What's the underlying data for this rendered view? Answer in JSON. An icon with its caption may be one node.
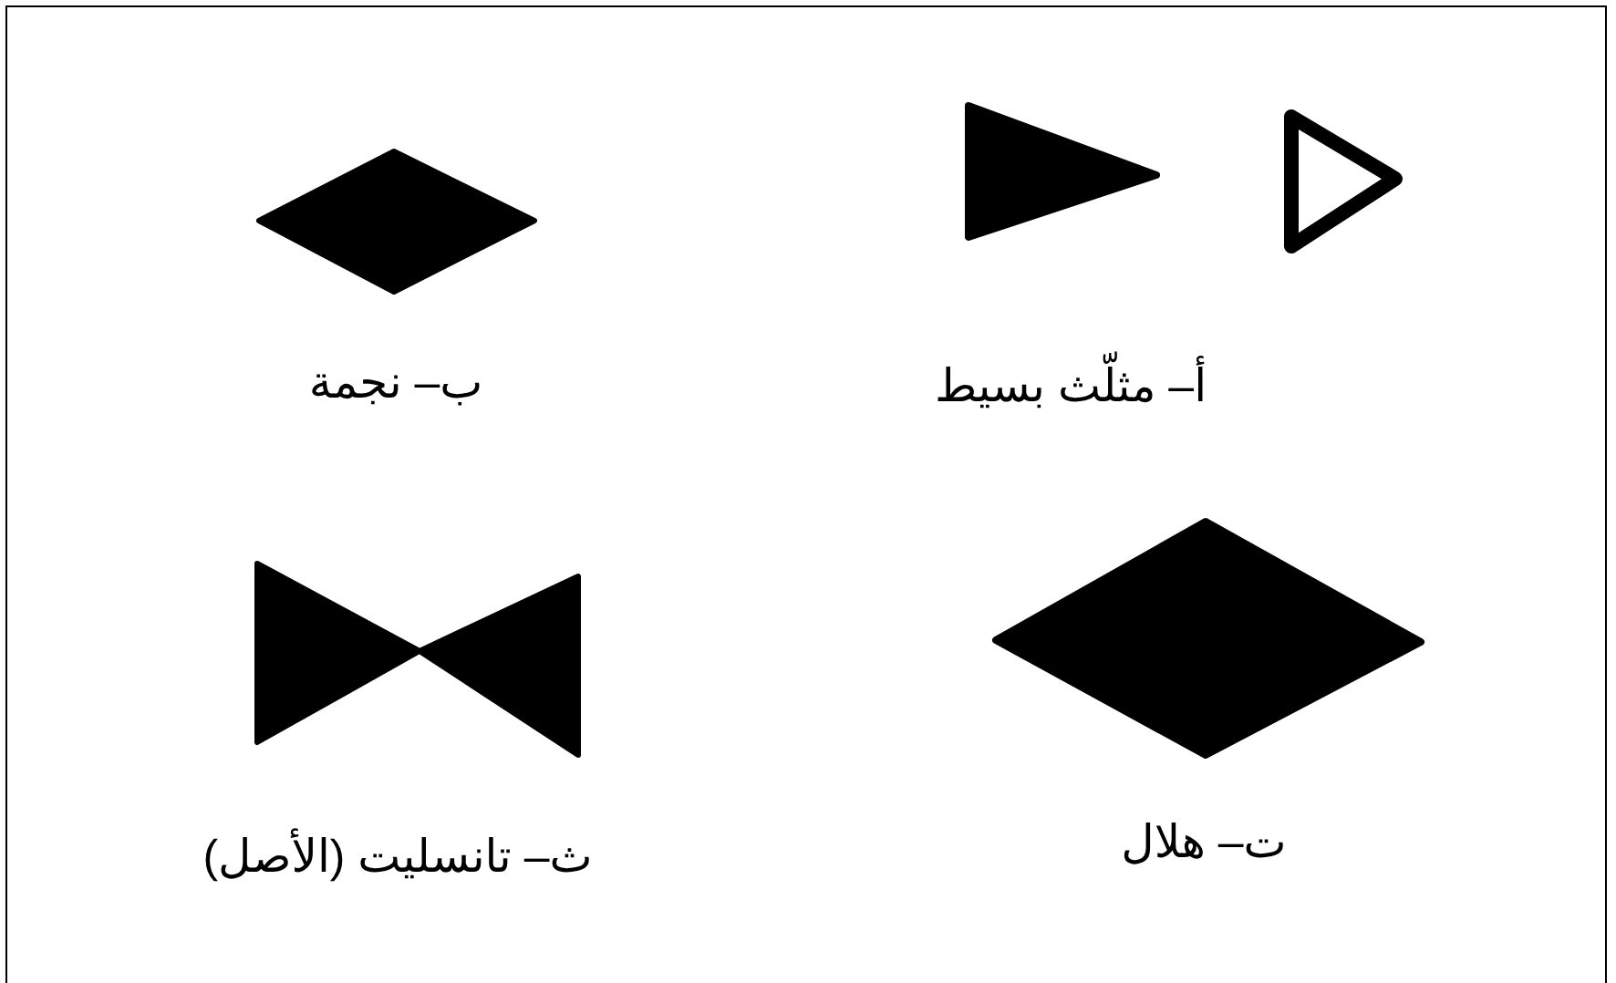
{
  "diagram": {
    "labels": [
      "أ– مثلّث بسيط",
      "ب– نجمة",
      "ت– هلال",
      "ث– تانسليت (الأصل)"
    ]
  }
}
